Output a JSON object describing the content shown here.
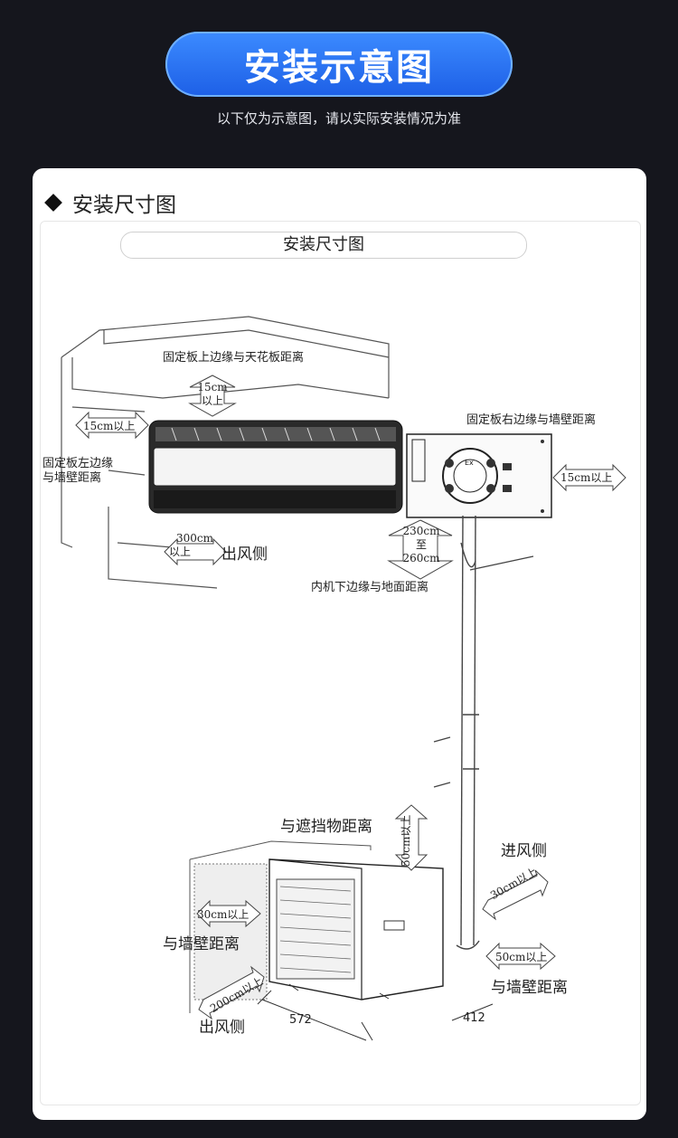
{
  "header": {
    "title": "安装示意图",
    "subtitle": "以下仅为示意图，请以实际安装情况为准"
  },
  "section": {
    "heading": "安装尺寸图",
    "inner_title": "安装尺寸图"
  },
  "labels": {
    "plate_top_ceiling": "固定板上边缘与天花板距离",
    "top_15cm_a": "15cm",
    "top_15cm_b": "以上",
    "left_15cm": "15cm以上",
    "plate_left_wall_a": "固定板左边缘",
    "plate_left_wall_b": "与墙壁距离",
    "plate_right_wall": "固定板右边缘与墙壁距离",
    "right_15cm": "15cm以上",
    "front_300cm_a": "300cm",
    "front_300cm_b": "以上",
    "outlet_side_indoor": "出风侧",
    "floor_a": "230cm",
    "floor_b": "至",
    "floor_c": "260cm",
    "bottom_floor": "内机下边缘与地面距离",
    "obstacle": "与遮挡物距离",
    "obstacle_50cm": "50cm以上",
    "inlet_side": "进风侧",
    "inlet_30cm": "30cm以上",
    "left_30cm": "30cm以上",
    "left_wall": "与墙壁距离",
    "right_50cm": "50cm以上",
    "right_wall": "与墙壁距离",
    "front_200cm": "200cm以上",
    "outlet_side_outdoor": "出风侧",
    "dim_572": "572",
    "dim_412": "412",
    "ex_mark": "Ex"
  },
  "colors": {
    "background": "#15161d",
    "pill_blue": "#2a72f5",
    "card": "#ffffff",
    "line": "#333333"
  }
}
